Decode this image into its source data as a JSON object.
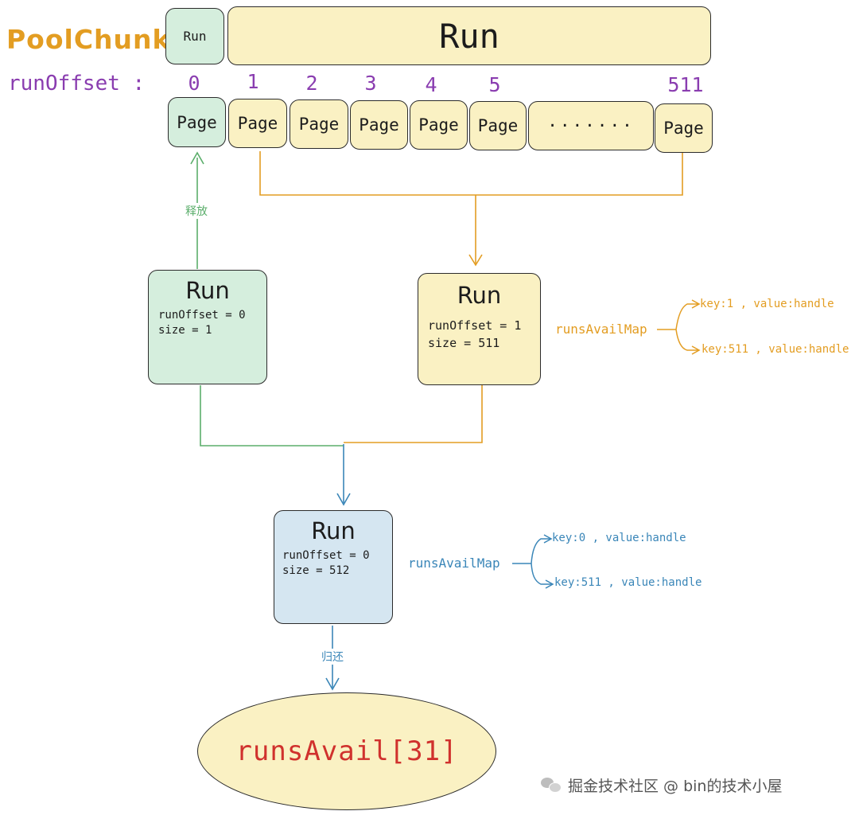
{
  "header": {
    "pool_chunk_label": "PoolChunk",
    "run_offset_label": "runOffset :",
    "small_run_label": "Run",
    "big_run_label": "Run"
  },
  "pages": {
    "indices": [
      "0",
      "1",
      "2",
      "3",
      "4",
      "5",
      "511"
    ],
    "labels": [
      "Page",
      "Page",
      "Page",
      "Page",
      "Page",
      "Page",
      "Page"
    ],
    "ellipsis": "·······"
  },
  "release_label": "释放",
  "return_label": "归还",
  "run_green": {
    "title": "Run",
    "line1": "runOffset = 0",
    "line2": "size = 1"
  },
  "run_yellow": {
    "title": "Run",
    "line1": "runOffset = 1",
    "line2": "size = 511",
    "map_label": "runsAvailMap",
    "kv1": "key:1 , value:handle",
    "kv2": "key:511 , value:handle"
  },
  "run_blue": {
    "title": "Run",
    "line1": "runOffset = 0",
    "line2": "size = 512",
    "map_label": "runsAvailMap",
    "kv1": "key:0 , value:handle",
    "kv2": "key:511 , value:handle"
  },
  "runs_avail": "runsAvail[31]",
  "watermark": "掘金技术社区 @ bin的技术小屋",
  "colors": {
    "yellow_fill": "#faf1c3",
    "green_fill": "#d5eedd",
    "blue_fill": "#d5e6f1",
    "orange": "#e39d22",
    "green": "#5bae6b",
    "blue": "#3a86b8",
    "purple": "#8a3db0",
    "red": "#d0312d"
  }
}
